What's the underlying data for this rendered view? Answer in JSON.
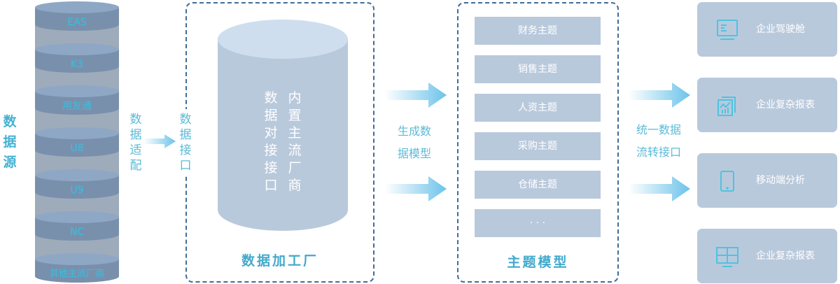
{
  "data_source": {
    "title": [
      "数",
      "据",
      "源"
    ],
    "systems": [
      "EAS",
      "K3",
      "用友通",
      "U8",
      "U9",
      "NC",
      "其他主流厂商"
    ]
  },
  "adapter_label": [
    "数",
    "据",
    "适",
    "配"
  ],
  "interface_label": [
    "数",
    "据",
    "接",
    "口"
  ],
  "factory": {
    "title": "数据加工厂",
    "col_left": [
      "数",
      "据",
      "对",
      "接",
      "接",
      "口"
    ],
    "col_right": [
      "内",
      "置",
      "主",
      "流",
      "厂",
      "商"
    ]
  },
  "generate_label": {
    "line1": "生成数",
    "line2": "据模型"
  },
  "themes": {
    "title": "主题模型",
    "items": [
      "财务主题",
      "销售主题",
      "人资主题",
      "采购主题",
      "仓储主题",
      "· · ·"
    ]
  },
  "unified_label": {
    "line1": "统一数据",
    "line2": "流转接口"
  },
  "outputs": [
    {
      "label": "企业驾驶舱",
      "icon": "dashboard-screen-icon"
    },
    {
      "label": "企业复杂报表",
      "icon": "chart-report-icon"
    },
    {
      "label": "移动端分析",
      "icon": "mobile-phone-icon"
    },
    {
      "label": "企业复杂报表",
      "icon": "table-grid-icon"
    }
  ],
  "colors": {
    "accent": "#45b2d1",
    "box_fill": "#b9c9dc",
    "dash_border": "#3f6d9a",
    "disk_side": "#7990ad",
    "disk_top": "#8ea7c5"
  }
}
